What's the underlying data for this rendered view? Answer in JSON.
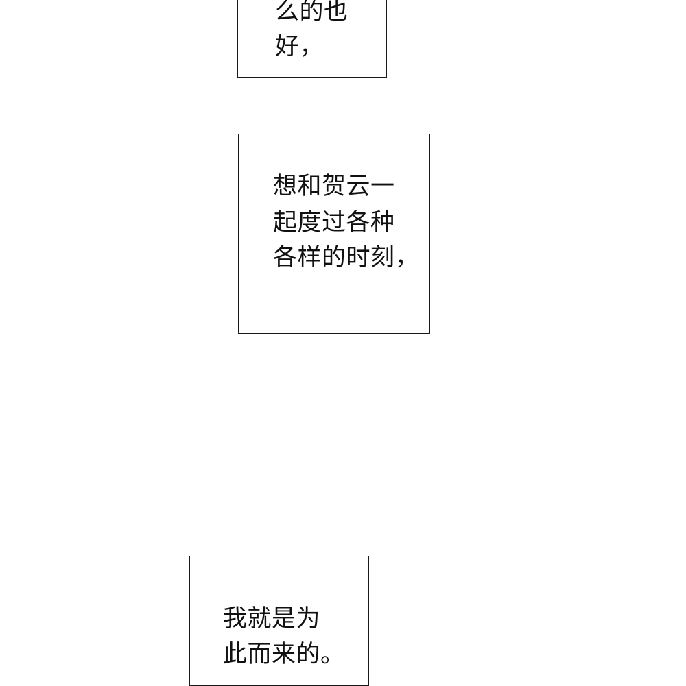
{
  "panels": [
    {
      "lines": [
        "么的也",
        "好，"
      ]
    },
    {
      "lines": [
        "想和贺云一",
        "起度过各种",
        "各样的时刻，"
      ]
    },
    {
      "lines": [
        "我就是为",
        "此而来的。"
      ]
    }
  ]
}
